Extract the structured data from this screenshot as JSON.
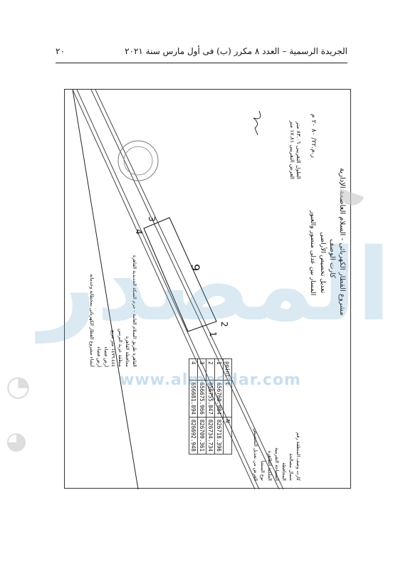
{
  "header": {
    "page_number": "٢٠",
    "publication": "الجريدة الرسمية – العدد ٨ مكرر (ب) فى أول مارس سنة ٢٠٢١"
  },
  "watermark": {
    "text": "المصدر",
    "url": "www.almasdar.com"
  },
  "map": {
    "project_title": "مشروع القطار الكهربائى - السلام العاصمة الإدارية",
    "card_title": "كارت الوصف",
    "subtitle": "تعديل تخصيص الأراضى",
    "route_text": "المسار بين عدلى منصور والعبور",
    "parcel_label": "9",
    "point_labels": [
      "1",
      "2",
      "3",
      "4"
    ],
    "table": {
      "headers": [
        "point",
        "E",
        "N"
      ],
      "rows": [
        [
          "1",
          "656760.984",
          "826718.396"
        ],
        [
          "2",
          "656755.047",
          "826734.734"
        ],
        [
          "3",
          "656675.966",
          "826709.361"
        ],
        [
          "4",
          "656681.894",
          "826692.948"
        ]
      ]
    },
    "dimensions": {
      "length_label": "الطول التقريبى",
      "length_value": "٨٣.٠٦",
      "length_unit": "متر",
      "width_label": "العرض التقريبى",
      "width_value": "١٧.٨١",
      "width_unit": "متر"
    },
    "code": "ر.م.٢٢/ ٨٠ ٢٠ م",
    "info_left": [
      "كارت وصف المنطقة رقم",
      "شمال مصالحة",
      "المحافظة",
      "المساحة التقريبية",
      "الملكية الظاهرة",
      "نوع المنشأ",
      "الغرض من تعديل التخصيص"
    ],
    "info_right": [
      "القاهرة طريق السلام العامة - حرم السكة الحديدية القاهرة",
      "محافظة القاهرة",
      "منطقة عزبة البرنس",
      "١٤٧٩.٤٤٤ متر مربع",
      "أرض فضاء",
      "أرض فضاء",
      "أنشاء مشروع القطار الكهربائى بمحطاته وخدماته"
    ]
  }
}
